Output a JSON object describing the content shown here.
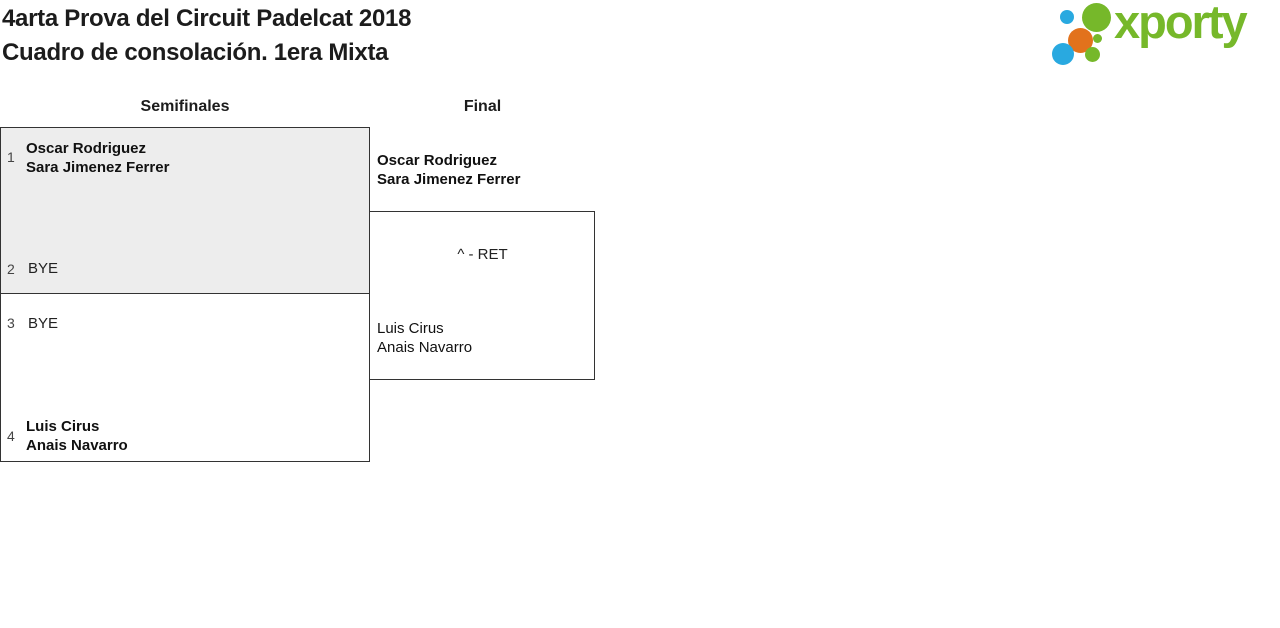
{
  "header": {
    "title_line1": "4arta Prova del Circuit Padelcat 2018",
    "title_line2": "Cuadro de consolación. 1era Mixta",
    "brand": "xporty"
  },
  "colors": {
    "brand_green": "#76b82a",
    "brand_blue": "#29a9e0",
    "brand_orange": "#e2721c",
    "winner_box_fill": "#ededed",
    "box_border": "#333333"
  },
  "bracket": {
    "round_labels": [
      "Semifinales",
      "Final"
    ],
    "semifinal_1": {
      "seed_top": "1",
      "team_top": [
        "Oscar Rodriguez",
        "Sara Jimenez Ferrer"
      ],
      "seed_bottom": "2",
      "team_bottom": [
        "BYE"
      ]
    },
    "semifinal_2": {
      "seed_top": "3",
      "team_top": [
        "BYE"
      ],
      "seed_bottom": "4",
      "team_bottom": [
        "Luis Cirus",
        "Anais Navarro"
      ]
    },
    "final": {
      "winner_team": [
        "Oscar Rodriguez",
        "Sara Jimenez Ferrer"
      ],
      "score": "^ - RET",
      "team_bottom": [
        "Luis Cirus",
        "Anais Navarro"
      ]
    }
  }
}
